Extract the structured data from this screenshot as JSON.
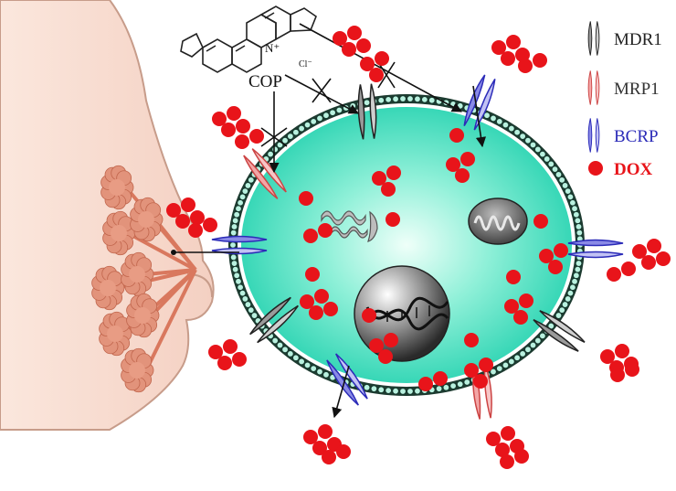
{
  "labels": {
    "cop": "COP",
    "chloride": "Cl⁻",
    "nitrogen": "N⁺"
  },
  "legend": [
    {
      "label": "MDR1",
      "color": "#222222",
      "fill": "#9a9a9a",
      "icon": "mdr1-transporter-icon"
    },
    {
      "label": "MRP1",
      "color": "#333333",
      "fill": "#f3a6a6",
      "icon": "mrp1-transporter-icon"
    },
    {
      "label": "BCRP",
      "color": "#2b2bb8",
      "fill": "#8a8ae6",
      "icon": "bcrp-transporter-icon"
    },
    {
      "label": "DOX",
      "color": "#e8141a",
      "fill": "#e8141a",
      "icon": "dox-molecule-icon"
    }
  ],
  "colors": {
    "dox": "#e8141a",
    "cell_fill": "#3fe0c0",
    "cell_core": "#e9fff8",
    "membrane": "#1d3b30",
    "skin": "#f7dcd0",
    "gland": "#d9785e"
  }
}
